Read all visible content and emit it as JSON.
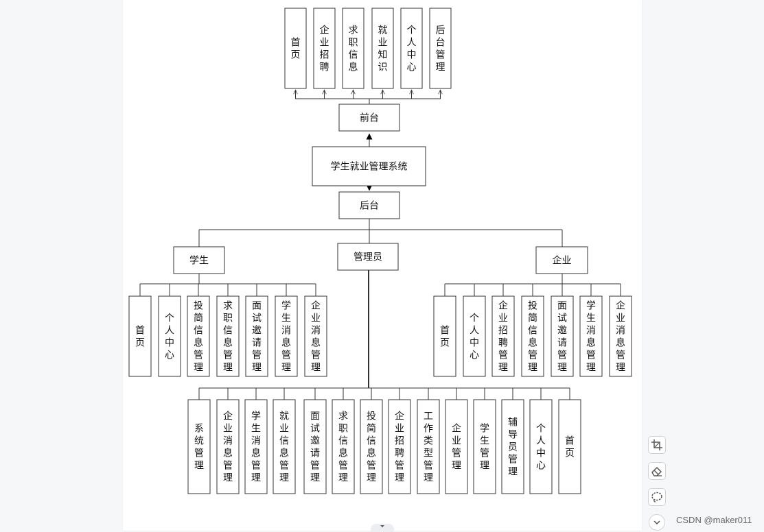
{
  "diagram": {
    "root": "学生就业管理系统",
    "frontend": {
      "label": "前台",
      "children": [
        "首页",
        "企业招聘",
        "求职信息",
        "就业知识",
        "个人中心",
        "后台管理"
      ]
    },
    "backend": {
      "label": "后台",
      "student": {
        "label": "学生",
        "children": [
          "首页",
          "个人中心",
          "投简信息管理",
          "求职信息管理",
          "面试邀请管理",
          "学生消息管理",
          "企业消息管理"
        ]
      },
      "admin": {
        "label": "管理员",
        "children": [
          "系统管理",
          "企业消息管理",
          "学生消息管理",
          "就业信息管理",
          "面试邀请管理",
          "求职信息管理",
          "投简信息管理",
          "企业招聘管理",
          "工作类型管理",
          "企业管理",
          "学生管理",
          "辅导员管理",
          "个人中心",
          "首页"
        ]
      },
      "company": {
        "label": "企业",
        "children": [
          "首页",
          "个人中心",
          "企业招聘管理",
          "投简信息管理",
          "面试邀请管理",
          "学生消息管理",
          "企业消息管理"
        ]
      }
    }
  },
  "toolbar": {
    "icons": [
      "crop-icon",
      "eraser-icon",
      "lasso-icon",
      "chevron-down-icon"
    ]
  },
  "watermark": "CSDN @maker011"
}
